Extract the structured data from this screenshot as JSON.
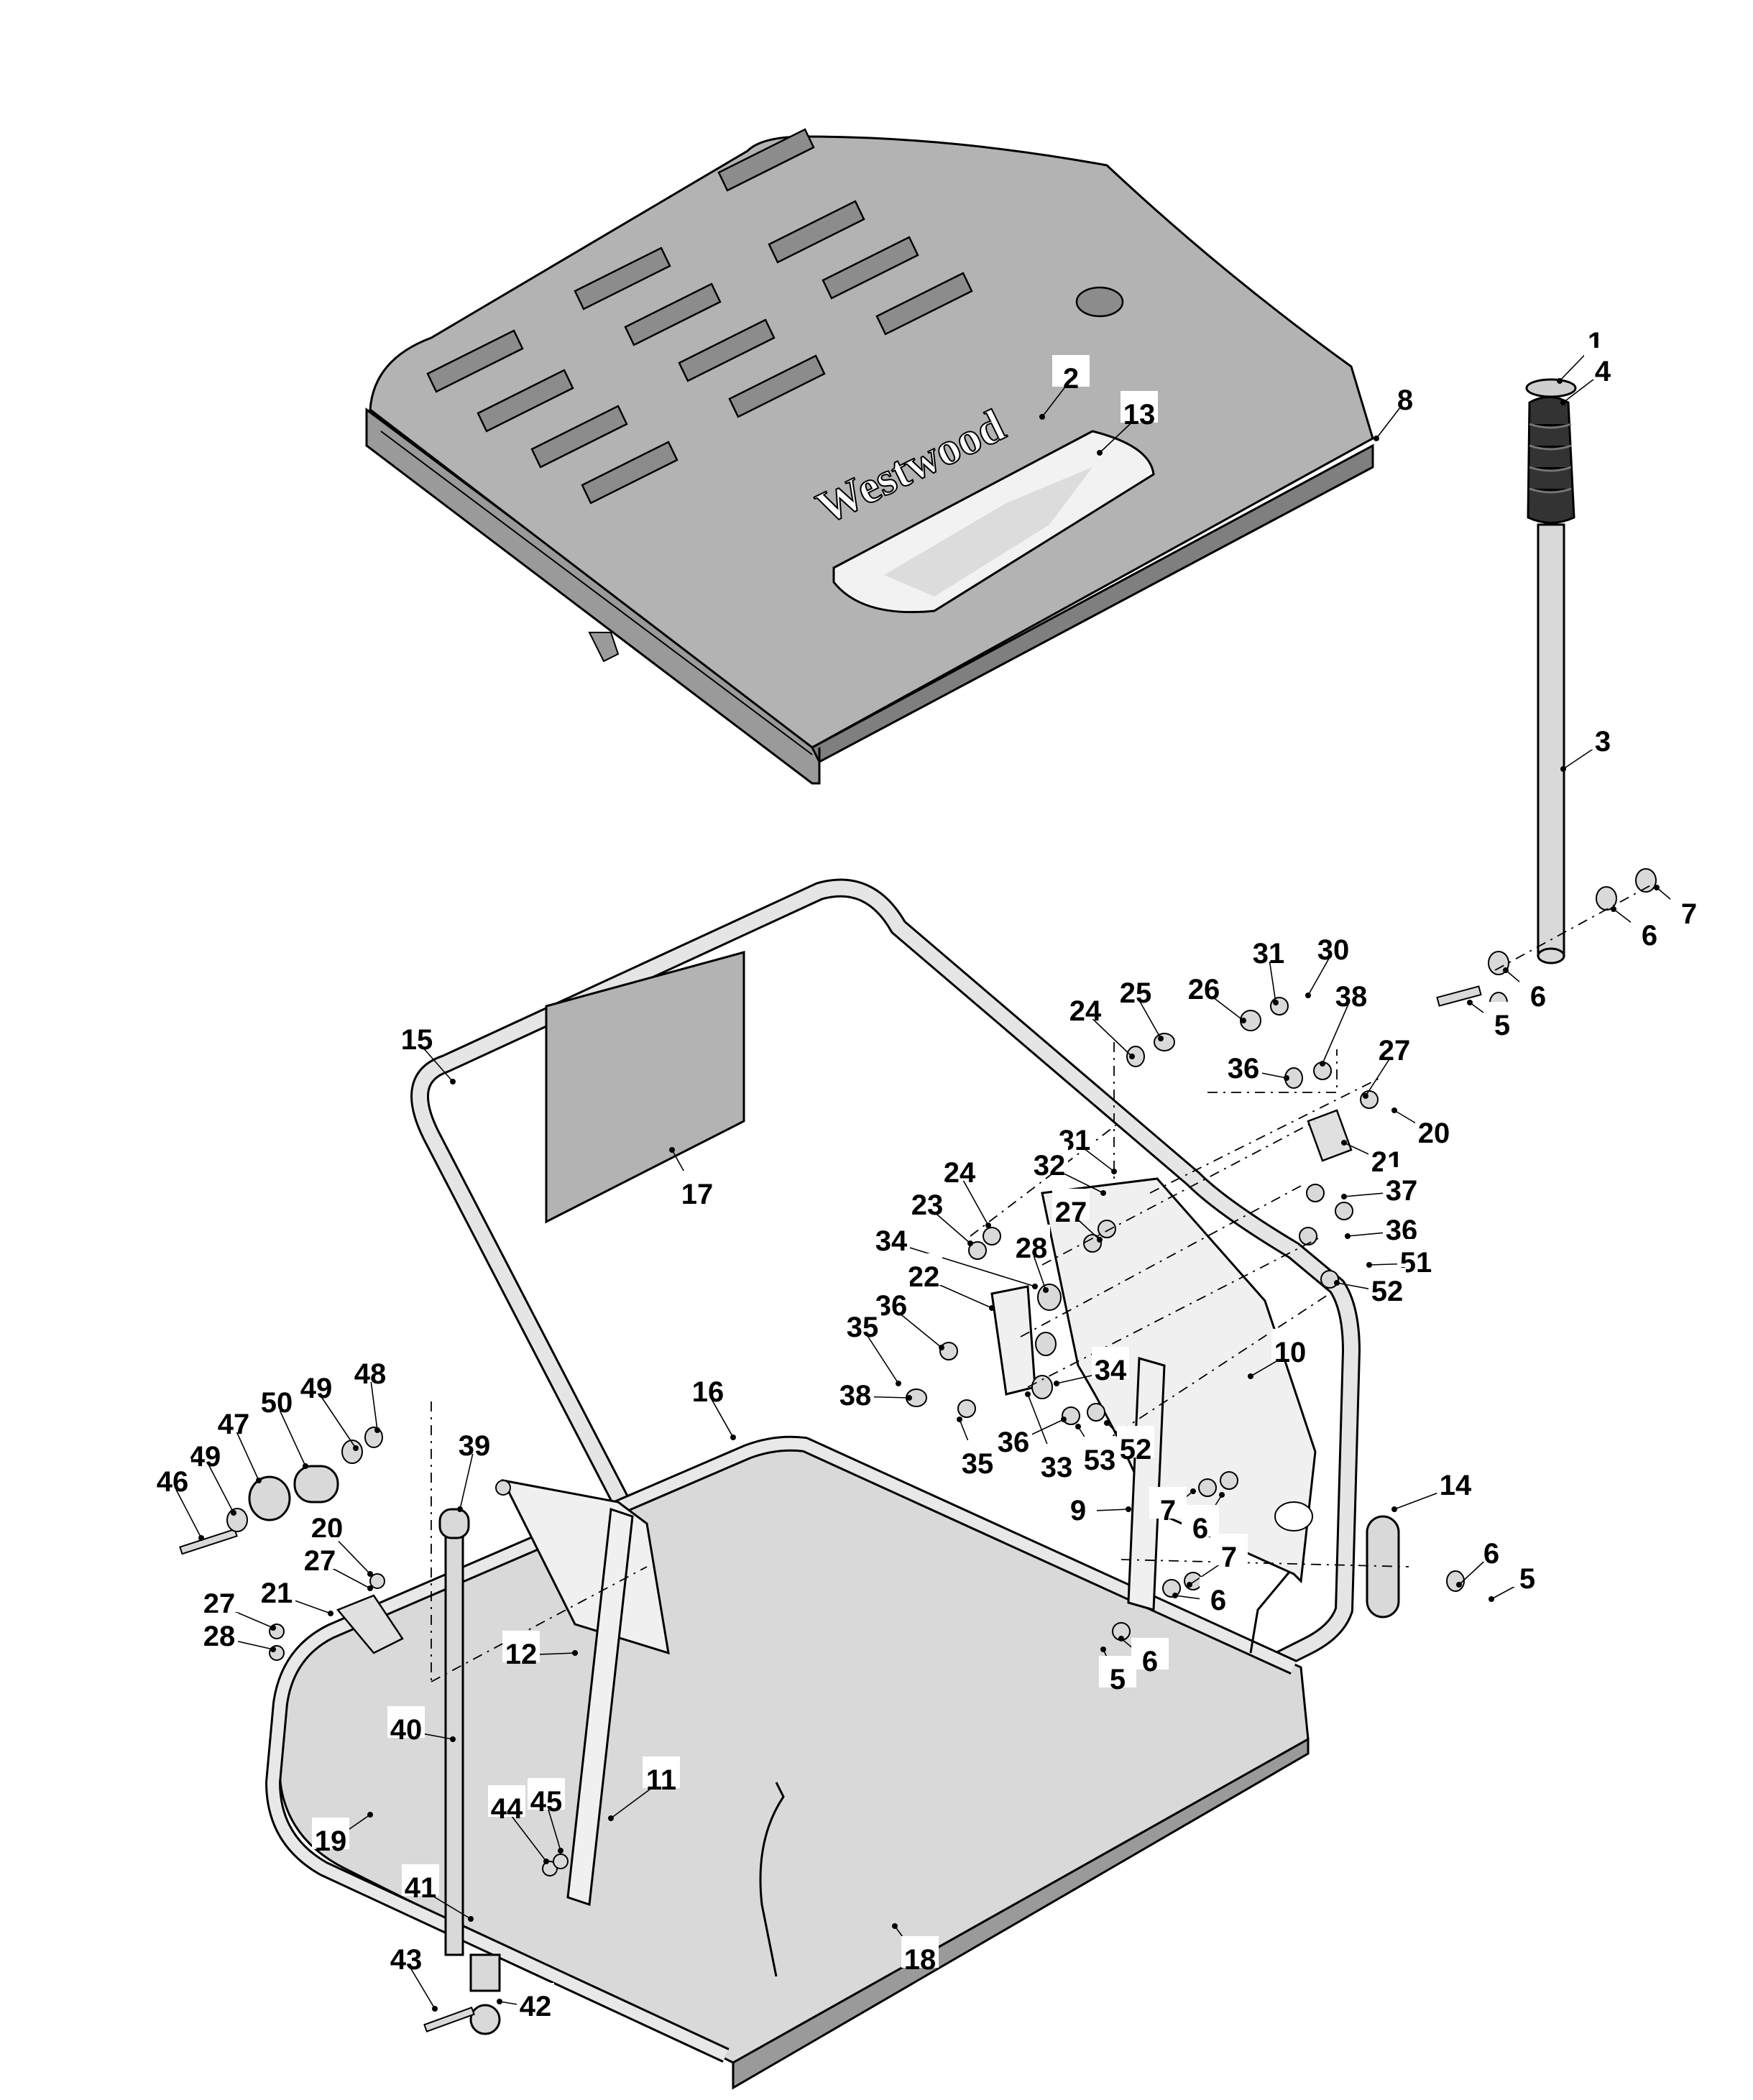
{
  "brand": {
    "logo_text": "Westwood"
  },
  "colors": {
    "panel": "#b3b3b3",
    "panel_dark": "#8c8c8c",
    "tube": "#d9d9d9",
    "outline": "#000000"
  },
  "callouts": [
    "1",
    "4",
    "2",
    "13",
    "8",
    "3",
    "7",
    "6",
    "6",
    "5",
    "15",
    "17",
    "24",
    "25",
    "26",
    "31",
    "30",
    "38",
    "36",
    "27",
    "20",
    "21",
    "31",
    "32",
    "24",
    "23",
    "27",
    "28",
    "34",
    "22",
    "36",
    "35",
    "38",
    "36",
    "33",
    "35",
    "37",
    "36",
    "51",
    "52",
    "10",
    "34",
    "53",
    "52",
    "16",
    "9",
    "7",
    "6",
    "7",
    "6",
    "5",
    "6",
    "14",
    "6",
    "5",
    "48",
    "49",
    "50",
    "47",
    "49",
    "46",
    "39",
    "20",
    "27",
    "21",
    "27",
    "28",
    "12",
    "40",
    "11",
    "19",
    "44",
    "45",
    "41",
    "43",
    "42",
    "18"
  ]
}
